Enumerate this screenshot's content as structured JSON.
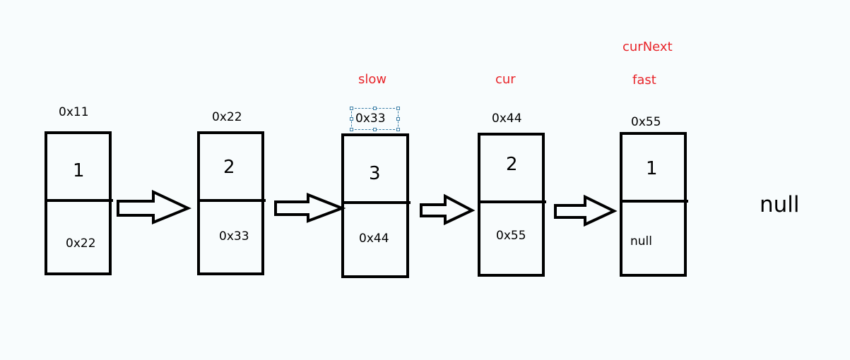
{
  "pointers": {
    "slow": "slow",
    "cur": "cur",
    "cur_next": "curNext",
    "fast": "fast"
  },
  "nodes": [
    {
      "address": "0x11",
      "value": "1",
      "next": "0x22"
    },
    {
      "address": "0x22",
      "value": "2",
      "next": "0x33"
    },
    {
      "address": "0x33",
      "value": "3",
      "next": "0x44"
    },
    {
      "address": "0x44",
      "value": "2",
      "next": "0x55"
    },
    {
      "address": "0x55",
      "value": "1",
      "next": "null"
    }
  ],
  "tail_label": "null",
  "colors": {
    "pointer_label": "#e8252a",
    "background": "#f8fcfd",
    "selection_border": "#3a7ea6"
  }
}
